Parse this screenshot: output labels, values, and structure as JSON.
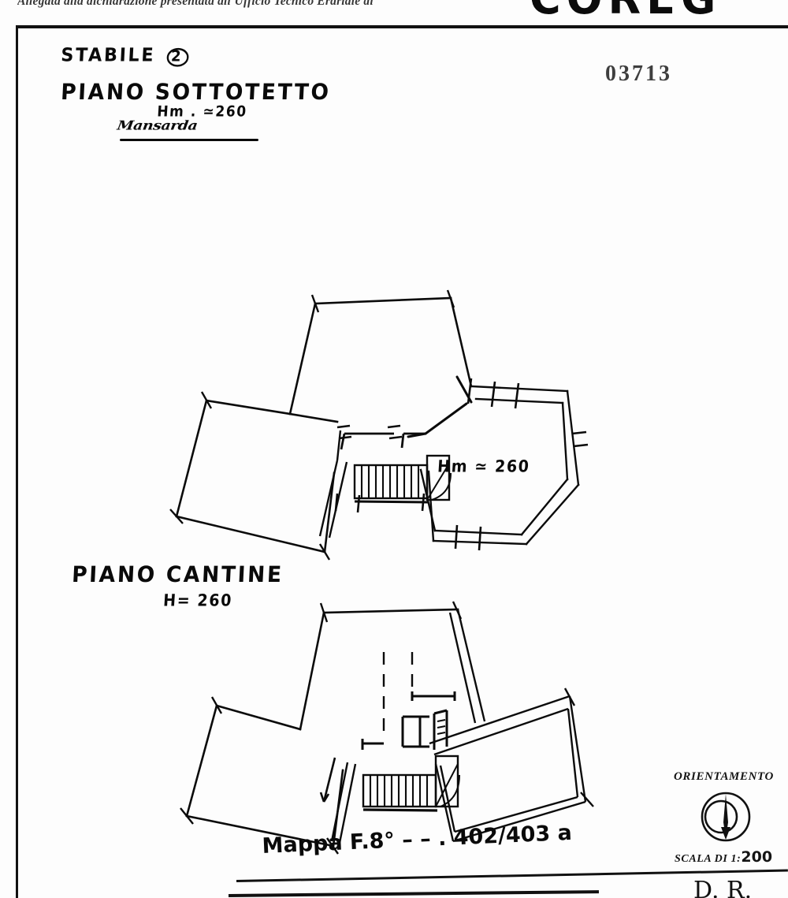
{
  "document": {
    "form_header": "Allegata alla dichiarazione presentata all'Ufficio Tecnico Erariale di",
    "header_handwritten": "COREG",
    "stamp_number": "03713",
    "cadastral_reference": "Mappa F.8° – – . 402/403 a",
    "bottom_handwriting": "D. R."
  },
  "upper_plan": {
    "building_label": "STABILE",
    "building_number": "2",
    "title": "PIANO SOTTOTETTO",
    "height_note": "Hm . ≃260",
    "room_type": "Mansarda",
    "interior_height": "Hm ≃ 260"
  },
  "lower_plan": {
    "title": "PIANO   CANTINE",
    "height_note": "H= 260"
  },
  "orientation": {
    "label": "ORIENTAMENTO",
    "scale_prefix": "SCALA DI 1:",
    "scale_value": "200"
  },
  "colors": {
    "ink": "#0b0b0b",
    "paper": "#fdfdfd",
    "frame": "#111111"
  }
}
